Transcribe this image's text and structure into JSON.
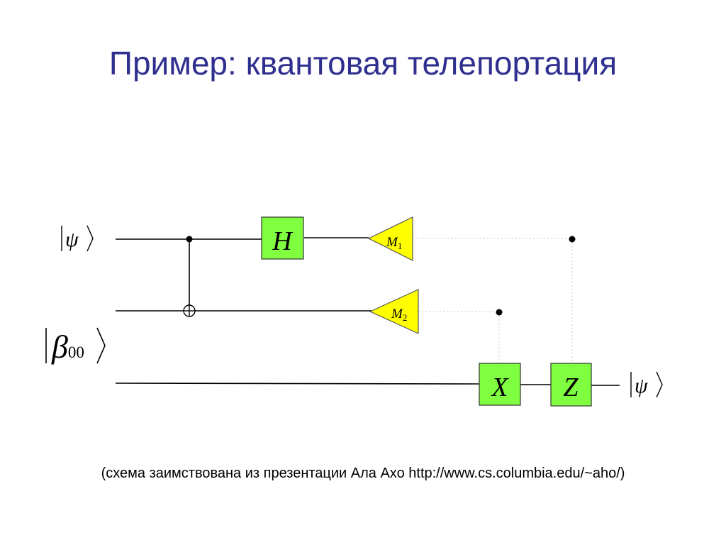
{
  "title": "Пример: квантовая телепортация",
  "circuit": {
    "inputs": [
      {
        "label": "ψ"
      },
      {
        "label": "β",
        "subscript": "00"
      }
    ],
    "output": {
      "label": "ψ"
    },
    "gates": {
      "hadamard": "H",
      "pauli_x": "X",
      "pauli_z": "Z"
    },
    "measurements": [
      {
        "label": "M",
        "subscript": "1"
      },
      {
        "label": "M",
        "subscript": "2"
      }
    ]
  },
  "colors": {
    "title": "#2f2f8f",
    "gate_fill": "#80ff40",
    "measure_fill": "#ffff00",
    "wire": "#000000",
    "classical_wire": "#c8c8c8"
  },
  "caption": "(схема заимствована из презентации Ала Ахо http://www.cs.columbia.edu/~aho/)"
}
